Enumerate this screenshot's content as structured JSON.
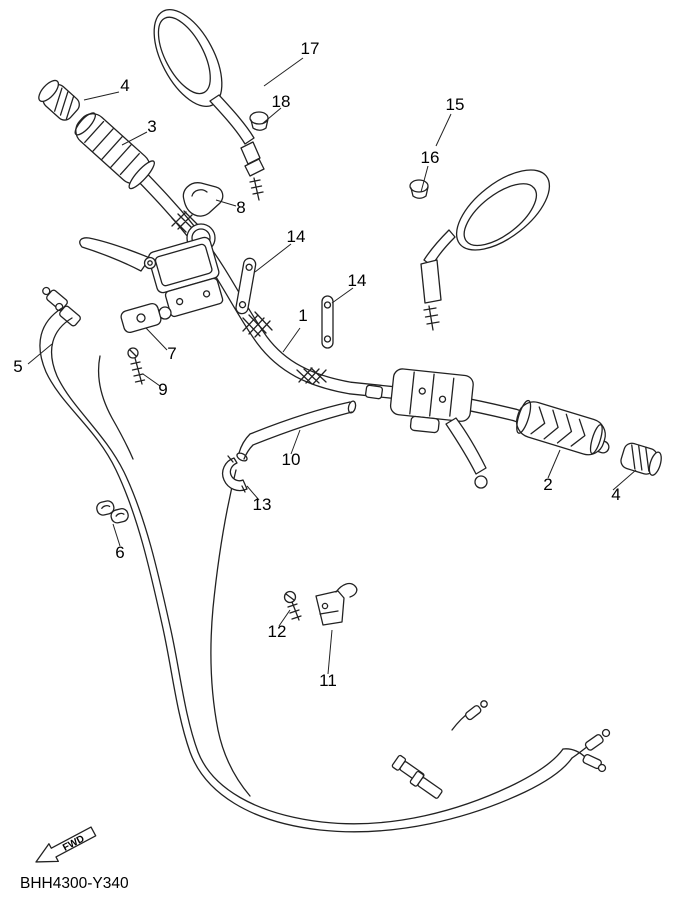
{
  "drawing_code": "BHH4300-Y340",
  "fwd_label": "FWD",
  "callouts": [
    {
      "label": "1"
    },
    {
      "label": "2"
    },
    {
      "label": "3"
    },
    {
      "label": "4"
    },
    {
      "label": "4"
    },
    {
      "label": "5"
    },
    {
      "label": "6"
    },
    {
      "label": "7"
    },
    {
      "label": "8"
    },
    {
      "label": "9"
    },
    {
      "label": "10"
    },
    {
      "label": "11"
    },
    {
      "label": "12"
    },
    {
      "label": "13"
    },
    {
      "label": "14"
    },
    {
      "label": "14"
    },
    {
      "label": "15"
    },
    {
      "label": "16"
    },
    {
      "label": "17"
    },
    {
      "label": "18"
    }
  ]
}
